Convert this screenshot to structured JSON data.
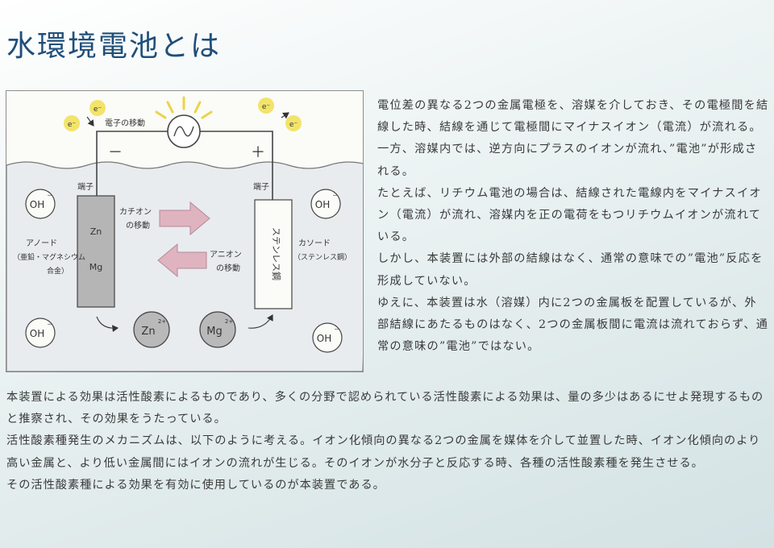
{
  "title": "水環境電池とは",
  "diagram": {
    "electron_label": "e⁻",
    "electron_move": "電子の移動",
    "minus": "－",
    "plus": "＋",
    "terminal_left": "端子",
    "terminal_right": "端子",
    "oh": "OH",
    "oh_sup": "－",
    "anode_electrode": {
      "line1": "Zn",
      "line2": "Mg"
    },
    "cathode_electrode": "ステンレス鋼",
    "anode_label": {
      "line1": "アノード",
      "line2": "（亜鉛・マグネシウム",
      "line3": "合金）"
    },
    "cathode_label": {
      "line1": "カソード",
      "line2": "（ステンレス鋼）"
    },
    "cation_move": {
      "line1": "カチオン",
      "line2": "の移動"
    },
    "anion_move": {
      "line1": "アニオン",
      "line2": "の移動"
    },
    "zn_ion": {
      "symbol": "Zn",
      "charge": "2+"
    },
    "mg_ion": {
      "symbol": "Mg",
      "charge": "2+"
    }
  },
  "side_paragraphs": [
    "電位差の異なる2つの金属電極を、溶媒を介しておき、その電極間を結線した時、結線を通じて電極間にマイナスイオン（電流）が流れる。一方、溶媒内では、逆方向にプラスのイオンが流れ、”電池”が形成される。",
    "たとえば、リチウム電池の場合は、結線された電線内をマイナスイオン（電流）が流れ、溶媒内を正の電荷をもつリチウムイオンが流れている。",
    "しかし、本装置には外部の結線はなく、通常の意味での”電池”反応を形成していない。",
    "ゆえに、本装置は水（溶媒）内に2つの金属板を配置しているが、外部結線にあたるものはなく、2つの金属板間に電流は流れておらず、通常の意味の”電池”ではない。"
  ],
  "bottom_paragraphs": [
    "本装置による効果は活性酸素によるものであり、多くの分野で認められている活性酸素による効果は、量の多少はあるにせよ発現するものと推察され、その効果をうたっている。",
    "活性酸素種発生のメカニズムは、以下のように考える。イオン化傾向の異なる2つの金属を媒体を介して並置した時、イオン化傾向のより高い金属と、より低い金属間にはイオンの流れが生じる。そのイオンが水分子と反応する時、各種の活性酸素種を発生させる。",
    "その活性酸素種による効果を有効に使用しているのが本装置である。"
  ],
  "colors": {
    "title": "#1f4f7a",
    "water": "#e9ecef",
    "electron": "#f2e46a",
    "arrow": "#dfb3c0",
    "electrode_anode": "#b5b5b5",
    "ion_circle": "#b9b9b9"
  }
}
